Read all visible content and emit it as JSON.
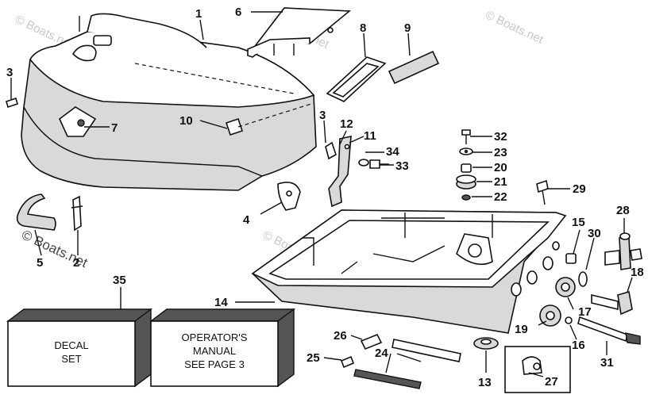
{
  "watermark": {
    "text": "© Boats.net",
    "text_large": "© Boats.net"
  },
  "callouts": {
    "c1": "1",
    "c2": "2",
    "c3a": "3",
    "c3b": "3",
    "c4": "4",
    "c5": "5",
    "c6": "6",
    "c7": "7",
    "c8": "8",
    "c9": "9",
    "c10": "10",
    "c11": "11",
    "c12": "12",
    "c13": "13",
    "c14": "14",
    "c15": "15",
    "c16": "16",
    "c17": "17",
    "c18": "18",
    "c19": "19",
    "c20": "20",
    "c21": "21",
    "c22": "22",
    "c23": "23",
    "c24": "24",
    "c25": "25",
    "c26": "26",
    "c27": "27",
    "c28": "28",
    "c29": "29",
    "c30": "30",
    "c31": "31",
    "c32": "32",
    "c33": "33",
    "c34": "34",
    "c35": "35"
  },
  "boxes": {
    "decal": {
      "line1": "DECAL",
      "line2": "SET"
    },
    "manual": {
      "line1": "OPERATOR'S",
      "line2": "MANUAL",
      "line3": "SEE PAGE 3"
    }
  }
}
